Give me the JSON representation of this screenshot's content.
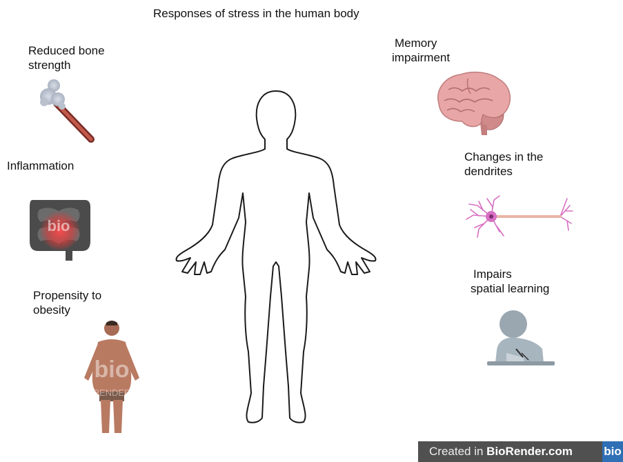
{
  "title": "Responses of stress in the human body",
  "effects": {
    "bone": [
      "Reduced bone",
      "strength"
    ],
    "inflammation": [
      "Inflammation"
    ],
    "obesity": [
      "Propensity to",
      "obesity"
    ],
    "memory": [
      "Memory",
      "impairment"
    ],
    "dendrites": [
      "Changes in the",
      "dendrites"
    ],
    "spatial": [
      "Impairs",
      "spatial learning"
    ]
  },
  "watermark": "bio RENDER",
  "footer": {
    "prefix": "Created in ",
    "brand": "BioRender.com",
    "logo": "bio"
  },
  "colors": {
    "brain": "#e8a6a6",
    "gut": "#555555",
    "inflammation_glow": "#e23b3b",
    "neuron": "#d76fc3",
    "footer_bg": "#505050",
    "logo_bg": "#2f6fb5"
  }
}
